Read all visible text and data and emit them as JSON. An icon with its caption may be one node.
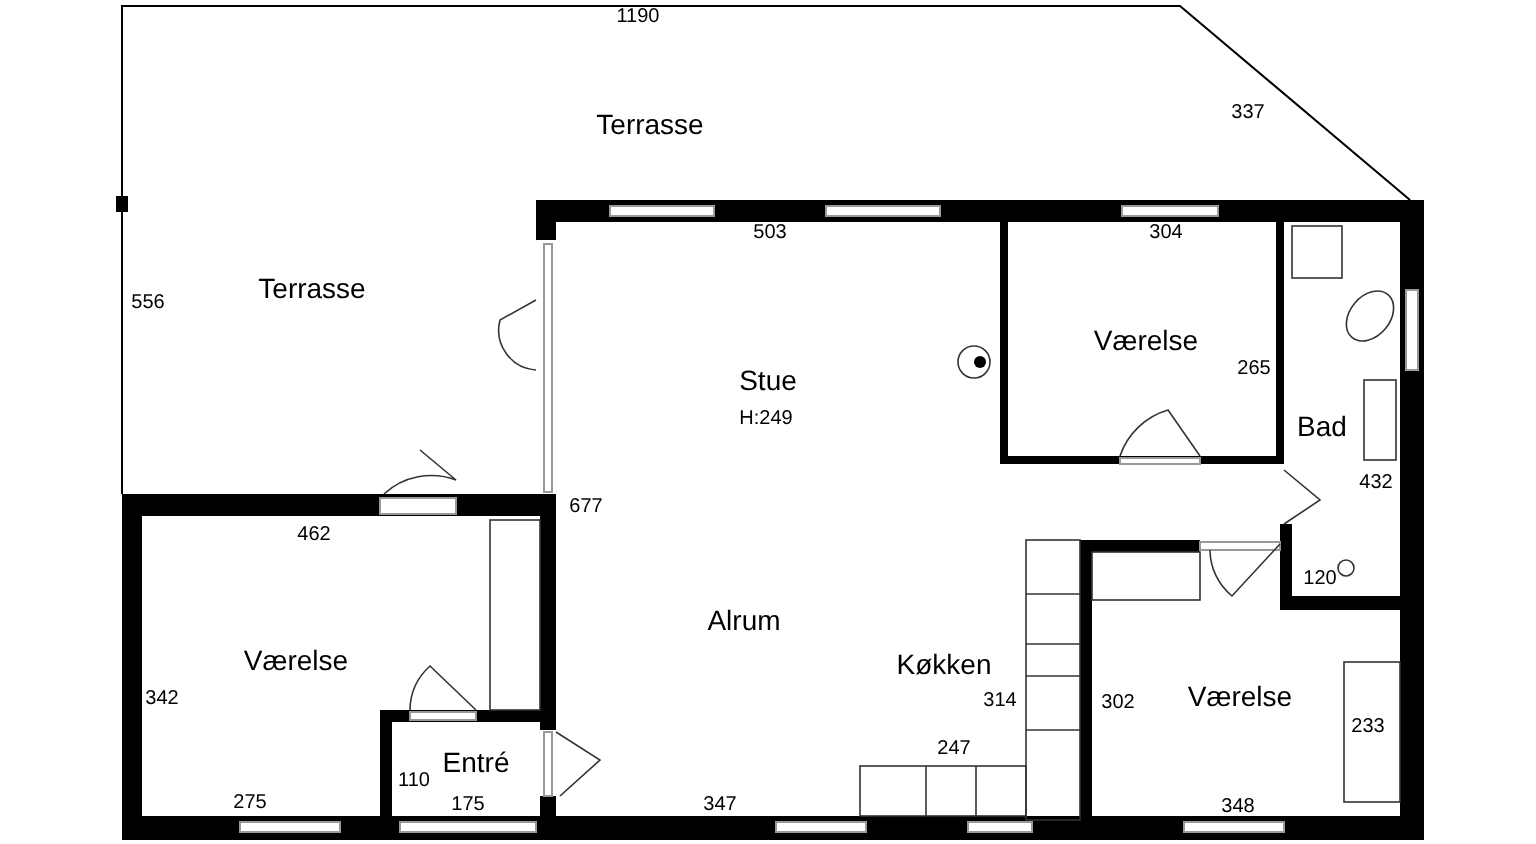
{
  "diagram": {
    "labels": [
      "1190",
      "Terrasse",
      "337",
      "503",
      "304",
      "Terrasse",
      "556",
      "Værelse",
      "265",
      "Stue",
      "H:249",
      "Bad",
      "432",
      "677",
      "462",
      "Alrum",
      "Værelse",
      "Køkken",
      "314",
      "302",
      "Værelse",
      "342",
      "233",
      "120",
      "110",
      "Entré",
      "247",
      "275",
      "175",
      "347",
      "348"
    ]
  }
}
